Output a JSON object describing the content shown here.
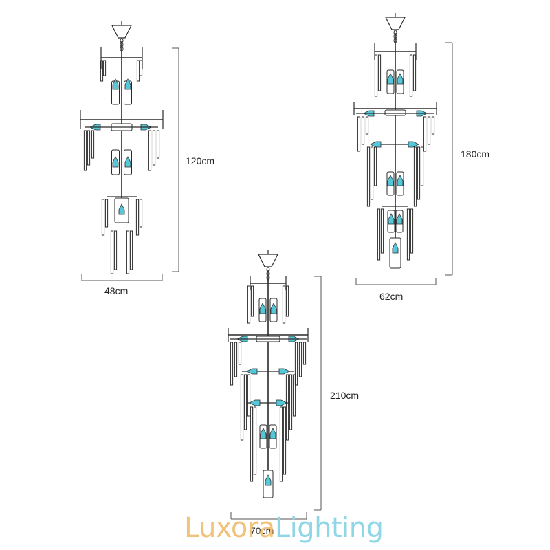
{
  "colors": {
    "frame": "#2a2a2a",
    "crystal": "#55c7d9",
    "dimension_line": "#555555",
    "logo_left": "#f0c27a",
    "logo_right": "#8fd6e6"
  },
  "chandeliers": [
    {
      "id": "small",
      "height_label": "120cm",
      "width_label": "48cm"
    },
    {
      "id": "medium",
      "height_label": "180cm",
      "width_label": "62cm"
    },
    {
      "id": "large",
      "height_label": "210cm",
      "width_label": "70cm"
    }
  ],
  "logo": {
    "part1": "Luxora",
    "part2": "Lighting"
  }
}
